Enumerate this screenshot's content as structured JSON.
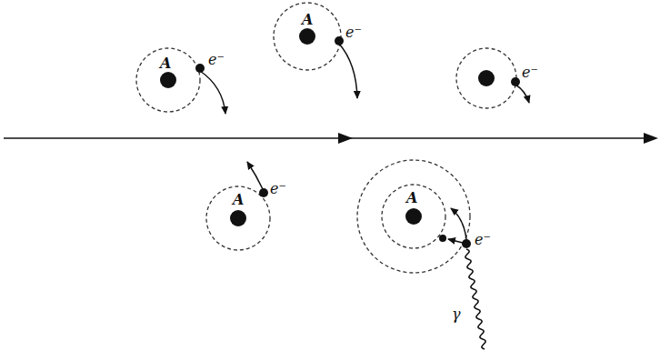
{
  "diagram": {
    "labels": [
      "A",
      "e⁻",
      "A",
      "e⁻",
      "e⁻",
      "A",
      "e⁻",
      "A",
      "e⁻",
      "γ"
    ]
  }
}
